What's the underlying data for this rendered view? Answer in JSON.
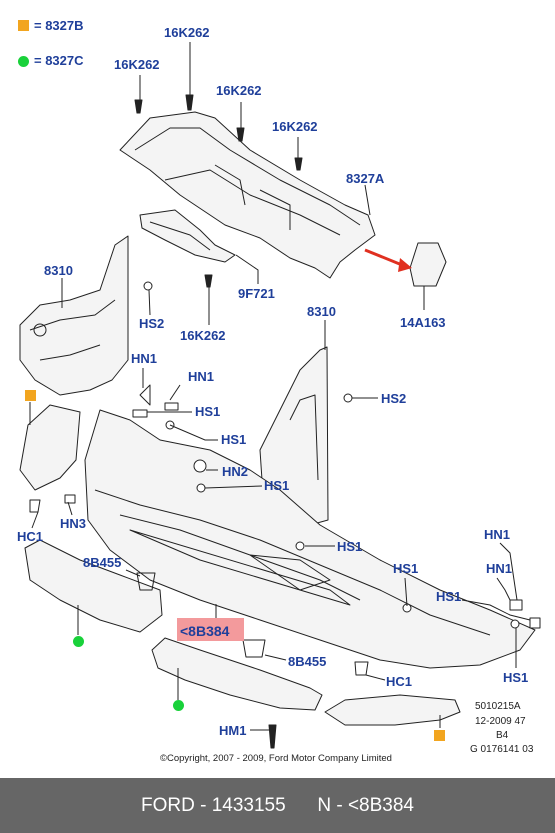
{
  "legend": {
    "square": {
      "label": "= 8327B",
      "color": "#f2a51f"
    },
    "dot": {
      "label": "= 8327C",
      "color": "#19d13a"
    }
  },
  "labels": {
    "l16k262_a": "16K262",
    "l16k262_b": "16K262",
    "l16k262_c": "16K262",
    "l16k262_d": "16K262",
    "l8327a": "8327A",
    "l8310_left": "8310",
    "l9f721": "9F721",
    "l16k262_e": "16K262",
    "lhs2_left": "HS2",
    "l14a163": "14A163",
    "l8310_right": "8310",
    "lhn1_a": "HN1",
    "lhn1_b": "HN1",
    "lhs1_a": "HS1",
    "lhs1_b": "HS1",
    "lhs2_right": "HS2",
    "lhn2": "HN2",
    "lhs1_c": "HS1",
    "lhn3": "HN3",
    "lhc1_left": "HC1",
    "lhs1_d": "HS1",
    "l8b455_a": "8B455",
    "l8b384": "<8B384",
    "l8b455_b": "8B455",
    "lhc1_right": "HC1",
    "lhm1": "HM1",
    "lhn1_c": "HN1",
    "lhn1_d": "HN1",
    "lhs1_e": "HS1",
    "lhs1_f": "HS1",
    "lhs1_g": "HS1"
  },
  "info": {
    "line1": "5010215A",
    "line2": "12-2009 47",
    "line3": "B4",
    "line4": "G 0176141 03"
  },
  "copyright": "©Copyright, 2007 - 2009, Ford Motor Company Limited",
  "footer": {
    "brand": "FORD - 1433155",
    "part": "N - <8B384"
  },
  "colors": {
    "label": "#1f3f9a",
    "highlight": "#f39a9c",
    "arrow": "#e03020",
    "footer_bg": "#666666"
  }
}
